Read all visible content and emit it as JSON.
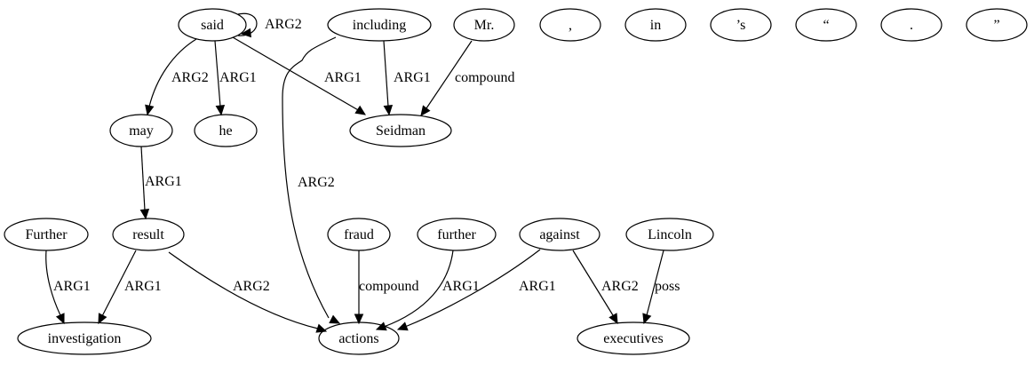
{
  "nodes": [
    {
      "id": "said",
      "label": "said"
    },
    {
      "id": "including",
      "label": "including"
    },
    {
      "id": "mr",
      "label": "Mr."
    },
    {
      "id": "comma",
      "label": ","
    },
    {
      "id": "in",
      "label": "in"
    },
    {
      "id": "apos_s",
      "label": "’s"
    },
    {
      "id": "lquote",
      "label": "“"
    },
    {
      "id": "period",
      "label": "."
    },
    {
      "id": "rquote",
      "label": "”"
    },
    {
      "id": "may",
      "label": "may"
    },
    {
      "id": "he",
      "label": "he"
    },
    {
      "id": "seidman",
      "label": "Seidman"
    },
    {
      "id": "further_cap",
      "label": "Further"
    },
    {
      "id": "result",
      "label": "result"
    },
    {
      "id": "fraud",
      "label": "fraud"
    },
    {
      "id": "further",
      "label": "further"
    },
    {
      "id": "against",
      "label": "against"
    },
    {
      "id": "lincoln",
      "label": "Lincoln"
    },
    {
      "id": "investigation",
      "label": "investigation"
    },
    {
      "id": "actions",
      "label": "actions"
    },
    {
      "id": "executives",
      "label": "executives"
    }
  ],
  "edges": [
    {
      "id": "said-said",
      "from": "said",
      "to": "said",
      "label": "ARG2"
    },
    {
      "id": "said-may",
      "from": "said",
      "to": "may",
      "label": "ARG2"
    },
    {
      "id": "said-he",
      "from": "said",
      "to": "he",
      "label": "ARG1"
    },
    {
      "id": "said-seidman",
      "from": "said",
      "to": "seidman",
      "label": "ARG1"
    },
    {
      "id": "including-seidman",
      "from": "including",
      "to": "seidman",
      "label": "ARG1"
    },
    {
      "id": "including-actions",
      "from": "including",
      "to": "actions",
      "label": "ARG2"
    },
    {
      "id": "mr-seidman",
      "from": "mr",
      "to": "seidman",
      "label": "compound"
    },
    {
      "id": "may-result",
      "from": "may",
      "to": "result",
      "label": "ARG1"
    },
    {
      "id": "further_cap-investigation",
      "from": "further_cap",
      "to": "investigation",
      "label": "ARG1"
    },
    {
      "id": "result-investigation",
      "from": "result",
      "to": "investigation",
      "label": "ARG1"
    },
    {
      "id": "result-actions",
      "from": "result",
      "to": "actions",
      "label": "ARG2"
    },
    {
      "id": "fraud-actions",
      "from": "fraud",
      "to": "actions",
      "label": "compound"
    },
    {
      "id": "further-actions",
      "from": "further",
      "to": "actions",
      "label": "ARG1"
    },
    {
      "id": "against-actions",
      "from": "against",
      "to": "actions",
      "label": "ARG1"
    },
    {
      "id": "against-executives",
      "from": "against",
      "to": "executives",
      "label": "ARG2"
    },
    {
      "id": "lincoln-executives",
      "from": "lincoln",
      "to": "executives",
      "label": "poss"
    }
  ]
}
